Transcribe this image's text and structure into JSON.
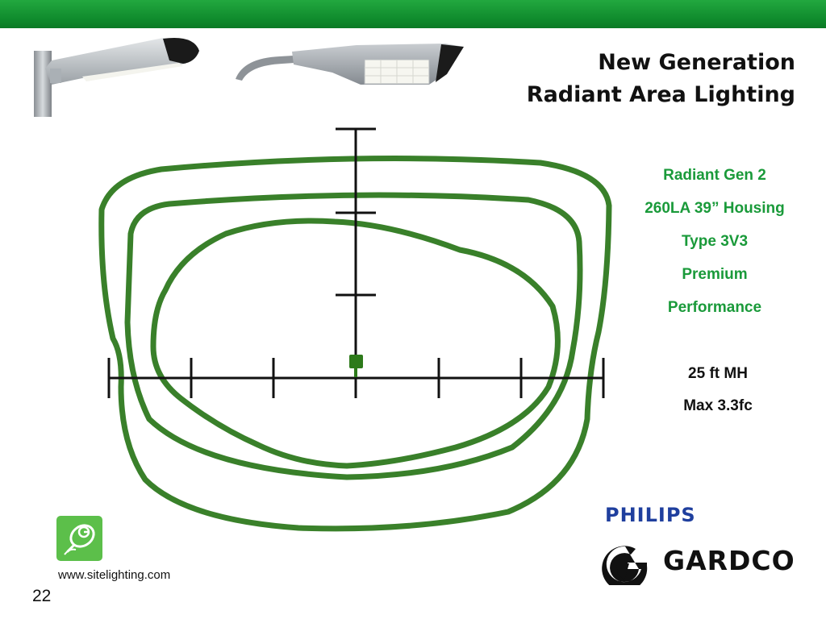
{
  "title": {
    "line1": "New Generation",
    "line2": "Radiant Area Lighting"
  },
  "specs": [
    "Radiant Gen 2",
    "260LA 39” Housing",
    "Type 3V3",
    "Premium",
    "Performance"
  ],
  "mounting": [
    "25 ft MH",
    "Max 3.3fc"
  ],
  "footer": {
    "url": "www.sitelighting.com",
    "page_number": "22"
  },
  "logos": {
    "philips": "PHILIPS",
    "gardco": "GARDCO"
  },
  "colors": {
    "brand_green": "#1a9a3a",
    "contour_green": "#2f7a1f",
    "philips_blue": "#1f3f9e"
  },
  "icons": [
    "light-fixture-side",
    "light-fixture-arm",
    "green-bulb-icon",
    "gardco-g-mark"
  ]
}
